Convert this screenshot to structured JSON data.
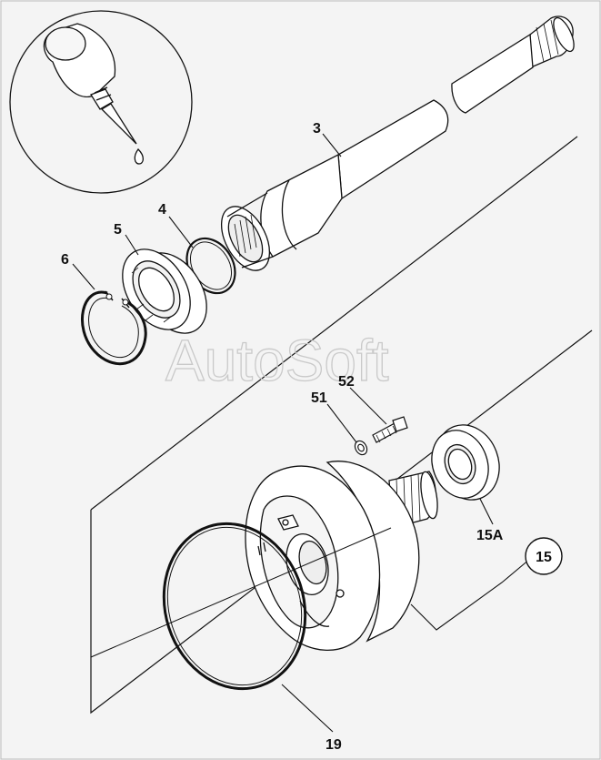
{
  "diagram": {
    "watermark": "AutoSoft",
    "callouts": [
      {
        "id": "3",
        "text": "3"
      },
      {
        "id": "4",
        "text": "4"
      },
      {
        "id": "5",
        "text": "5"
      },
      {
        "id": "6",
        "text": "6"
      },
      {
        "id": "52",
        "text": "52"
      },
      {
        "id": "51",
        "text": "51"
      },
      {
        "id": "15A",
        "text": "15A"
      },
      {
        "id": "15",
        "text": "15"
      },
      {
        "id": "19",
        "text": "19"
      }
    ],
    "inset": {
      "icon": "adhesive-bottle-icon"
    },
    "colors": {
      "line": "#111111",
      "background": "#f4f4f4",
      "watermark": "#c9c9c9"
    }
  }
}
